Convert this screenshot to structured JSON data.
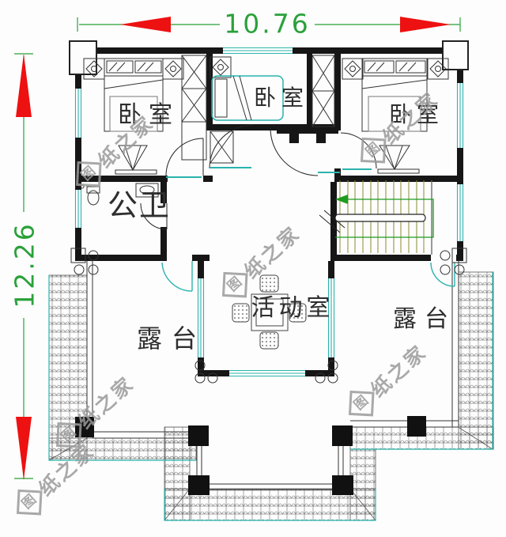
{
  "dimensions": {
    "width": "10.76",
    "height": "12.26"
  },
  "labels": {
    "bedroom": "卧室",
    "bathroom": "公卫",
    "activity": "活动室",
    "terrace": "露台"
  },
  "watermark": {
    "logo": "图",
    "suffix": "纸之家",
    "full": "图纸之家"
  },
  "colors": {
    "wall": "#161616",
    "window": "#2ab3ad",
    "dimension_green": "#2aa13a",
    "arrow_red": "#ee1111",
    "stair_tread": "#8a8a2e",
    "stair_arrow": "#1f9c1f",
    "hatch": "#6e6e6e",
    "watermark": "#9b9b9b"
  }
}
